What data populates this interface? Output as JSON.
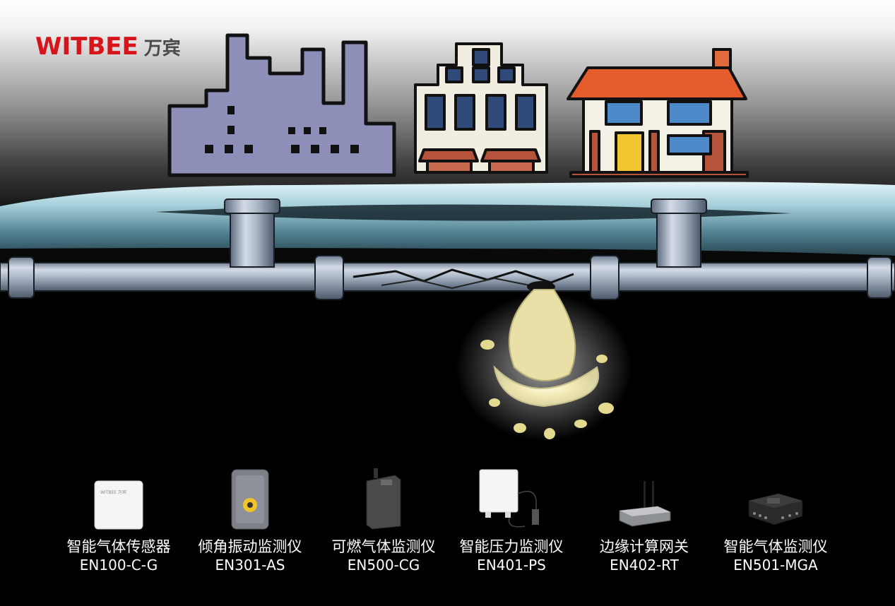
{
  "brand": {
    "name_en": "WITBEE",
    "name_cn": "万宾",
    "color": "#d7141a"
  },
  "products": [
    {
      "name": "智能气体传感器",
      "model": "EN100-C-G",
      "icon": "gas-sensor-icon",
      "label": "WITBEE 万宾"
    },
    {
      "name": "倾角振动监测仪",
      "model": "EN301-AS",
      "icon": "tilt-vibration-monitor-icon"
    },
    {
      "name": "可燃气体监测仪",
      "model": "EN500-CG",
      "icon": "combustible-gas-monitor-icon"
    },
    {
      "name": "智能压力监测仪",
      "model": "EN401-PS",
      "icon": "pressure-monitor-icon"
    },
    {
      "name": "边缘计算网关",
      "model": "EN402-RT",
      "icon": "edge-gateway-icon"
    },
    {
      "name": "智能气体监测仪",
      "model": "EN501-MGA",
      "icon": "multi-gas-monitor-icon"
    }
  ]
}
